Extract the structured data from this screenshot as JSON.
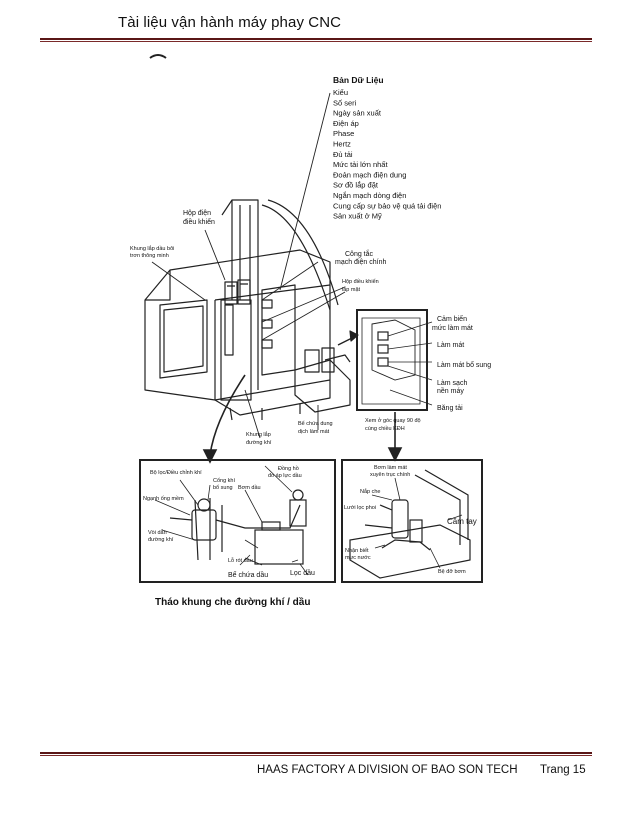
{
  "header": {
    "title": "Tài liệu vận hành máy phay CNC"
  },
  "footer": {
    "company": "HAAS FACTORY  A DIVISION OF BAO SON TECH",
    "page": "Trang 15"
  },
  "data_plate": {
    "title": "Bản Dữ Liệu",
    "items": [
      "Kiểu",
      "Số seri",
      "Ngày sản xuất",
      "Điện áp",
      "Phase",
      "Hertz",
      "Đủ tải",
      "Mức tải lớn nhất",
      "Đoản mạch điện dung",
      "Sơ đồ lắp đặt",
      "Ngắn mạch dòng điện",
      "Cung cấp sự bảo vệ quá tải điện",
      "Sản xuất ở Mỹ"
    ]
  },
  "main_labels": {
    "control_box": "Hộp điện điều khiển",
    "lube_frame": "Khung lắp dầu bôi trơn thông minh",
    "main_switch": "Công tắc mạch điện chính",
    "control_box2": "Hộp điều khiển lắp mặt",
    "air_frame": "Khung lắp đường khí",
    "coolant_tank": "Bể chứa dung dịch làm mát",
    "rotate_note": "Xem ở góc quay 90 độ cùng chiều KĐH"
  },
  "coolant_side": {
    "items": [
      "Cảm biến mức làm mát",
      "Làm mát",
      "Làm mát bổ sung",
      "Làm sạch nền máy",
      "Băng tải"
    ]
  },
  "air_detail": {
    "labels": [
      "Bộ lọc/Điều chỉnh khí",
      "Cổng khí bổ sung",
      "Đồng hồ đo áp lực dầu",
      "Bơm dầu",
      "Ngạnh ống mềm",
      "Vòi dẫn đường khí",
      "Lỗ rót dầu",
      "Bể chứa dầu",
      "Lọc dầu"
    ],
    "caption": "Tháo khung che đường khí / dầu"
  },
  "pump_detail": {
    "labels": [
      "Bơm làm mát xuyên trục chính",
      "Nắp che",
      "Lưới lọc phoi",
      "Cầm tay",
      "Nhận biết mực nước",
      "Bệ đỡ bơm"
    ]
  }
}
